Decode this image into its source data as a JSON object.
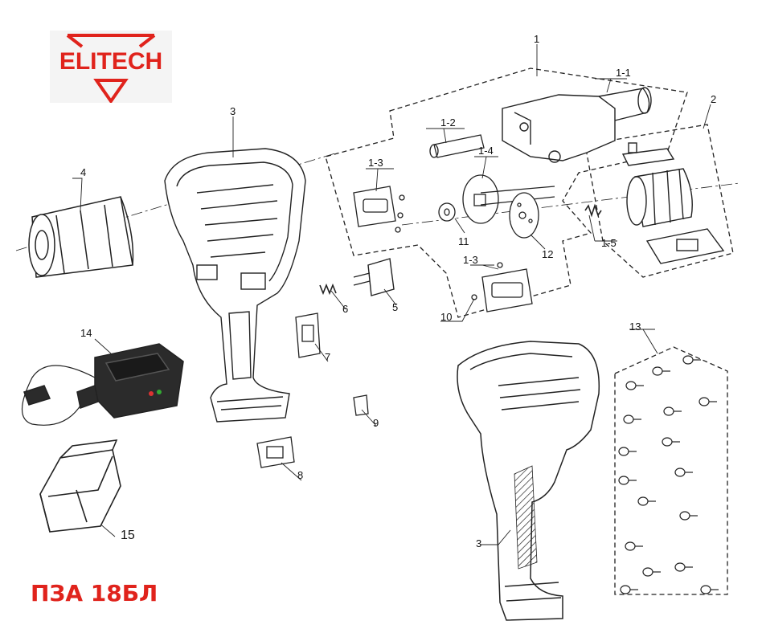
{
  "brand": {
    "name": "ELITECH",
    "color": "#e0231c"
  },
  "model": {
    "title": "ПЗА 18БЛ"
  },
  "callouts": {
    "c1": "1",
    "c1_1": "1-1",
    "c1_2": "1-2",
    "c1_3a": "1-3",
    "c1_3b": "1-3",
    "c1_4": "1-4",
    "c1_5": "1-5",
    "c2": "2",
    "c3a": "3",
    "c3b": "3",
    "c4": "4",
    "c5": "5",
    "c6": "6",
    "c7": "7",
    "c8": "8",
    "c9": "9",
    "c10": "10",
    "c11": "11",
    "c12": "12",
    "c13": "13",
    "c14": "14",
    "c15": "15"
  }
}
